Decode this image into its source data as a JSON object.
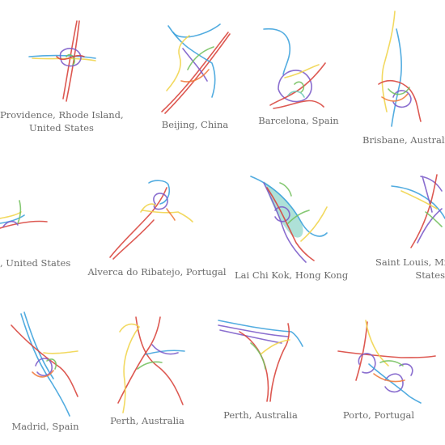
{
  "colors": {
    "red": "#d8423a",
    "blue": "#3aa0dc",
    "yellow": "#f0d44a",
    "green": "#74c05e",
    "purple": "#7a5ac8",
    "orange": "#f07a3a",
    "teal": "#6cc8b8",
    "label": "#6b6b6b"
  },
  "interchanges": [
    {
      "id": "providence",
      "lines": [
        "Providence, Rhode Island,",
        "United States"
      ]
    },
    {
      "id": "beijing",
      "lines": [
        "Beijing, China"
      ]
    },
    {
      "id": "barcelona",
      "lines": [
        "Barcelona, Spain"
      ]
    },
    {
      "id": "brisbane",
      "lines": [
        "Brisbane, Australia"
      ]
    },
    {
      "id": "row2-left",
      "lines": [
        ", United States"
      ]
    },
    {
      "id": "alverca",
      "lines": [
        "Alverca do Ribatejo, Portugal"
      ]
    },
    {
      "id": "laichikok",
      "lines": [
        "Lai Chi Kok, Hong Kong"
      ]
    },
    {
      "id": "stlouis",
      "lines": [
        "Saint Louis, Miss",
        "States"
      ]
    },
    {
      "id": "madrid",
      "lines": [
        "Madrid, Spain"
      ]
    },
    {
      "id": "perth1",
      "lines": [
        "Perth, Australia"
      ]
    },
    {
      "id": "perth2",
      "lines": [
        "Perth, Australia"
      ]
    },
    {
      "id": "porto",
      "lines": [
        "Porto, Portugal"
      ]
    }
  ]
}
